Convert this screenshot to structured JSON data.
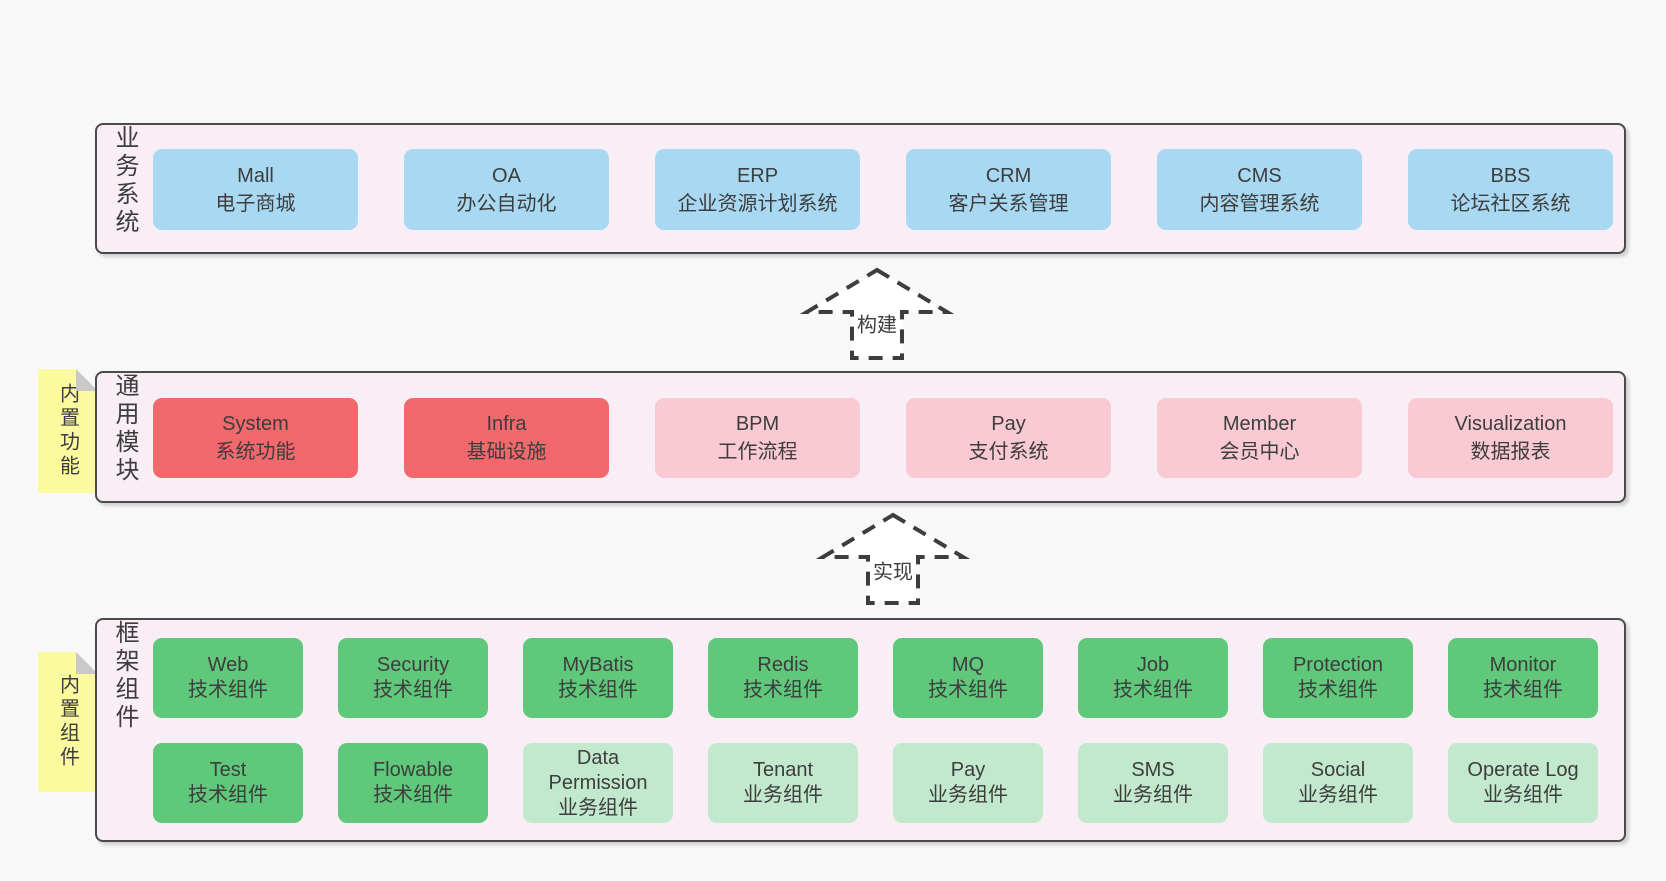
{
  "diagram": {
    "background": "#f8f8f8",
    "panel_fill": "#f9eef6",
    "panel_border": "#4a4a4a",
    "text_color": "#3d3d3d",
    "tag_fill": "#fbfa9e",
    "tag_fold": "#c9c9c9",
    "variant_colors": {
      "blue": "#a9d9f2",
      "red": "#f1696d",
      "pink": "#facad4",
      "green": "#5fc87a",
      "light-green": "#c2e9cd"
    }
  },
  "arrows": [
    {
      "label": "构建"
    },
    {
      "label": "实现"
    }
  ],
  "sections": [
    {
      "id": "business",
      "side_label": "业务系统",
      "tag": null,
      "rows": [
        [
          {
            "name": "Mall",
            "subtitle": "电子商城",
            "variant": "blue"
          },
          {
            "name": "OA",
            "subtitle": "办公自动化",
            "variant": "blue"
          },
          {
            "name": "ERP",
            "subtitle": "企业资源计划系统",
            "variant": "blue"
          },
          {
            "name": "CRM",
            "subtitle": "客户关系管理",
            "variant": "blue"
          },
          {
            "name": "CMS",
            "subtitle": "内容管理系统",
            "variant": "blue"
          },
          {
            "name": "BBS",
            "subtitle": "论坛社区系统",
            "variant": "blue"
          }
        ]
      ]
    },
    {
      "id": "modules",
      "side_label": "通用模块",
      "tag": "内置功能",
      "rows": [
        [
          {
            "name": "System",
            "subtitle": "系统功能",
            "variant": "red"
          },
          {
            "name": "Infra",
            "subtitle": "基础设施",
            "variant": "red"
          },
          {
            "name": "BPM",
            "subtitle": "工作流程",
            "variant": "pink"
          },
          {
            "name": "Pay",
            "subtitle": "支付系统",
            "variant": "pink"
          },
          {
            "name": "Member",
            "subtitle": "会员中心",
            "variant": "pink"
          },
          {
            "name": "Visualization",
            "subtitle": "数据报表",
            "variant": "pink"
          }
        ]
      ]
    },
    {
      "id": "components",
      "side_label": "框架组件",
      "tag": "内置组件",
      "rows": [
        [
          {
            "name": "Web",
            "subtitle": "技术组件",
            "variant": "green"
          },
          {
            "name": "Security",
            "subtitle": "技术组件",
            "variant": "green"
          },
          {
            "name": "MyBatis",
            "subtitle": "技术组件",
            "variant": "green"
          },
          {
            "name": "Redis",
            "subtitle": "技术组件",
            "variant": "green"
          },
          {
            "name": "MQ",
            "subtitle": "技术组件",
            "variant": "green"
          },
          {
            "name": "Job",
            "subtitle": "技术组件",
            "variant": "green"
          },
          {
            "name": "Protection",
            "subtitle": "技术组件",
            "variant": "green"
          },
          {
            "name": "Monitor",
            "subtitle": "技术组件",
            "variant": "green"
          }
        ],
        [
          {
            "name": "Test",
            "subtitle": "技术组件",
            "variant": "green"
          },
          {
            "name": "Flowable",
            "subtitle": "技术组件",
            "variant": "green"
          },
          {
            "name": "Data Permission",
            "subtitle": "业务组件",
            "variant": "light-green"
          },
          {
            "name": "Tenant",
            "subtitle": "业务组件",
            "variant": "light-green"
          },
          {
            "name": "Pay",
            "subtitle": "业务组件",
            "variant": "light-green"
          },
          {
            "name": "SMS",
            "subtitle": "业务组件",
            "variant": "light-green"
          },
          {
            "name": "Social",
            "subtitle": "业务组件",
            "variant": "light-green"
          },
          {
            "name": "Operate Log",
            "subtitle": "业务组件",
            "variant": "light-green"
          }
        ]
      ]
    }
  ]
}
